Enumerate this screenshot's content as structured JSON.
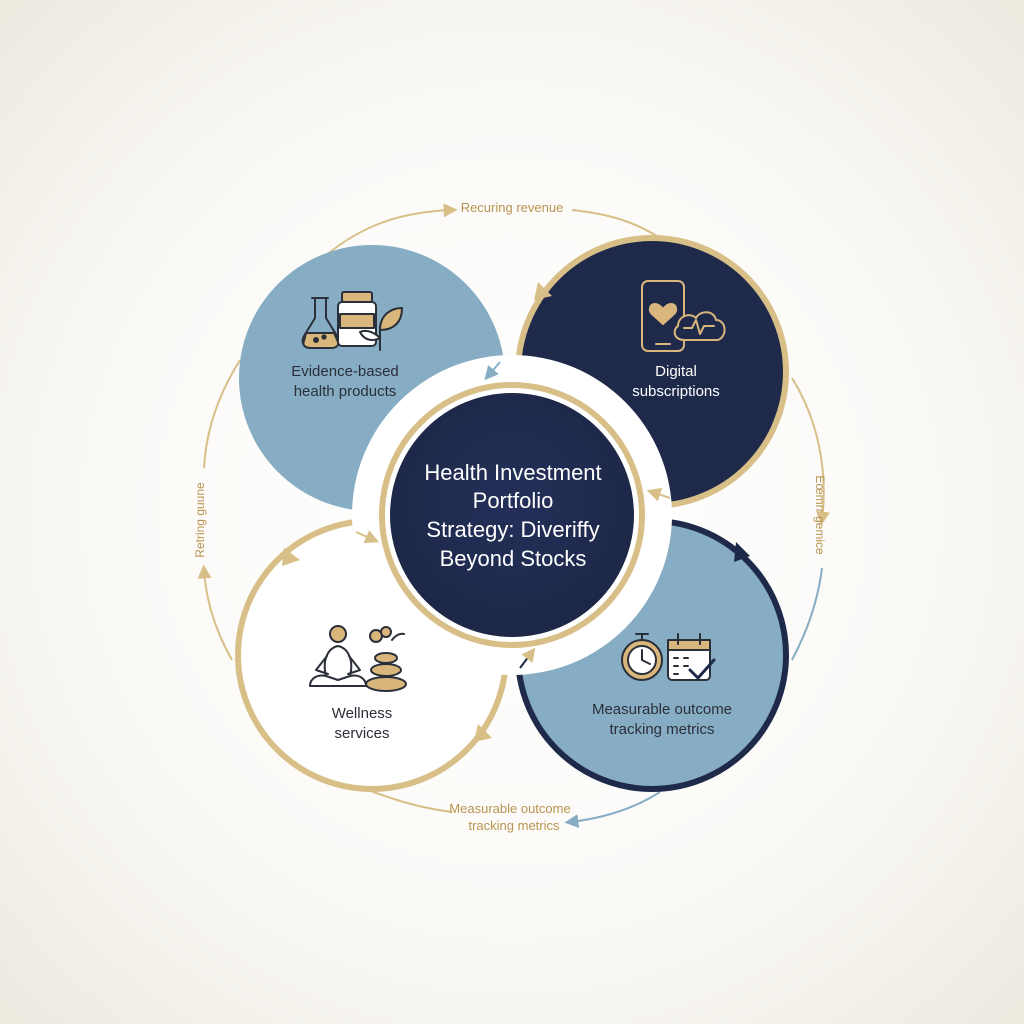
{
  "colors": {
    "navy": "#1f2a4b",
    "steel_blue": "#86adc4",
    "gold": "#d7bf87",
    "white": "#ffffff",
    "label_gold": "#b9944f",
    "icon_stroke": "#2b2f3a",
    "icon_fill": "#d9b77c"
  },
  "center": {
    "line1": "Health Investment",
    "line2": "Portfolio",
    "line3": "Strategy: Diveriffy",
    "line4": "Beyond Stocks"
  },
  "segments": {
    "products": {
      "line1": "Evidence-based",
      "line2": "health products",
      "icons": [
        "flask-icon",
        "supplement-bottle-icon",
        "leaf-sprout-icon"
      ]
    },
    "digital": {
      "line1": "Digital",
      "line2": "subscriptions",
      "icons": [
        "phone-heart-icon",
        "cloud-heartbeat-icon"
      ]
    },
    "wellness": {
      "line1": "Wellness",
      "line2": "services",
      "icons": [
        "meditation-icon",
        "spa-stones-icon"
      ]
    },
    "metrics": {
      "line1": "Measurable outcome",
      "line2": "tracking metrics",
      "icons": [
        "stopwatch-icon",
        "calendar-check-icon"
      ]
    }
  },
  "flow_labels": {
    "top": "Recuring revenue",
    "right": "Eœmrr gemice",
    "left": "Retring guune",
    "bottom_line1": "Measurable outcome",
    "bottom_line2": "tracking metrics"
  }
}
